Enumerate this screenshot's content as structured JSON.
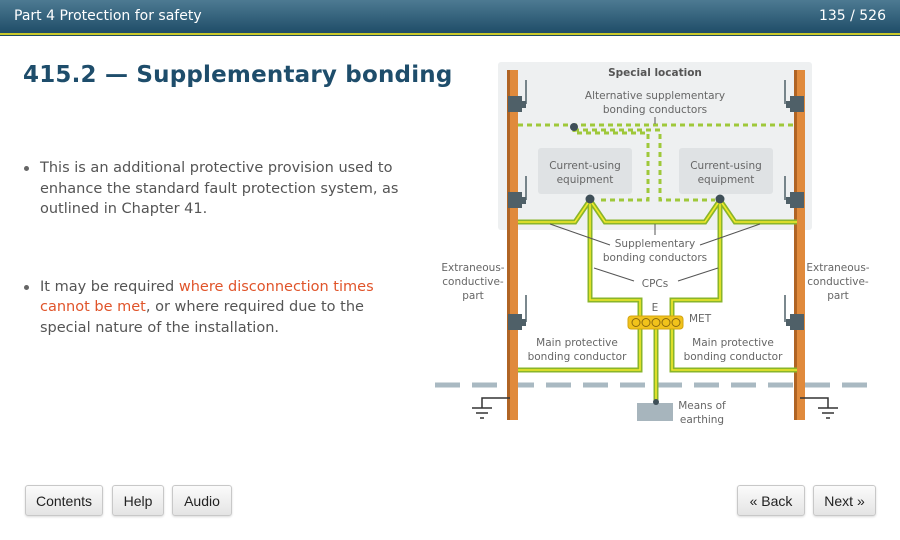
{
  "header": {
    "section_title": "Part 4 Protection for safety",
    "page_indicator": "135 / 526"
  },
  "content": {
    "heading": "415.2 — Supplementary bonding",
    "bullets": [
      {
        "text": "This is an additional protective provision used to enhance the standard fault protection system, as outlined in Chapter 41."
      },
      {
        "text_before": "It may be required ",
        "highlight": "where disconnection times cannot be met",
        "text_after": ", or where required due to the special nature of the installation."
      }
    ],
    "highlight_color": "#e0542a"
  },
  "diagram": {
    "labels": {
      "special_location": "Special location",
      "alt_supp_1": "Alternative supplementary",
      "alt_supp_2": "bonding conductors",
      "equip_left_1": "Current-using",
      "equip_left_2": "equipment",
      "equip_right_1": "Current-using",
      "equip_right_2": "equipment",
      "supp_1": "Supplementary",
      "supp_2": "bonding conductors",
      "cpcs": "CPCs",
      "ecp_left_1": "Extraneous-",
      "ecp_left_2": "conductive-",
      "ecp_left_3": "part",
      "ecp_right_1": "Extraneous-",
      "ecp_right_2": "conductive-",
      "ecp_right_3": "part",
      "e": "E",
      "met": "MET",
      "main_left_1": "Main protective",
      "main_left_2": "bonding conductor",
      "main_right_1": "Main protective",
      "main_right_2": "bonding conductor",
      "earthing_1": "Means of",
      "earthing_2": "earthing"
    }
  },
  "footer": {
    "contents": "Contents",
    "help": "Help",
    "audio": "Audio",
    "back": "« Back",
    "next": "Next »"
  }
}
